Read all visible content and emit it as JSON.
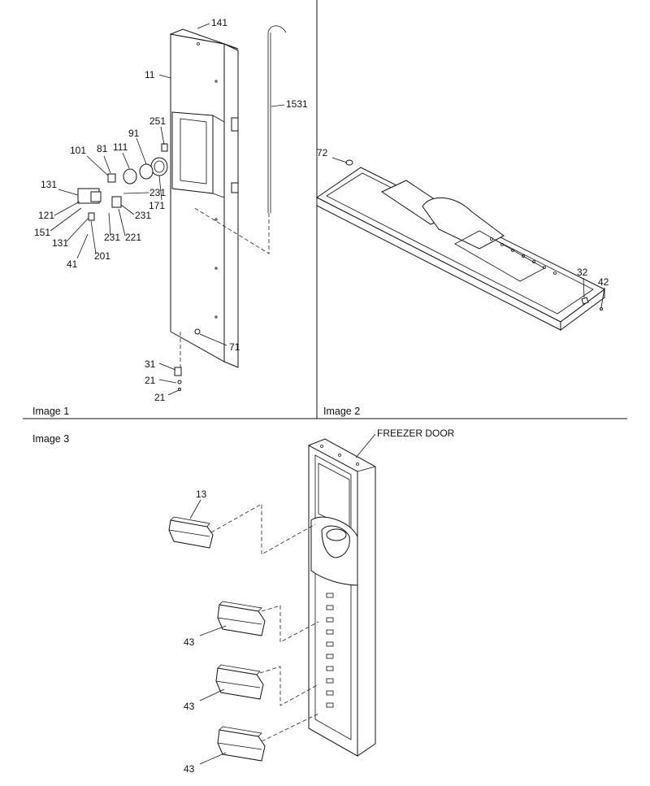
{
  "panels": {
    "image1": {
      "title": "Image 1"
    },
    "image2": {
      "title": "Image 2"
    },
    "image3": {
      "title": "Image 3"
    }
  },
  "callouts": {
    "c141": "141",
    "c11": "11",
    "c1531": "1531",
    "c251": "251",
    "c91": "91",
    "c101": "101",
    "c81": "81",
    "c111": "111",
    "c131a": "131",
    "c231a": "231",
    "c121": "121",
    "c171": "171",
    "c231b": "231",
    "c151": "151",
    "c131b": "131",
    "c231c": "231",
    "c221": "221",
    "c201": "201",
    "c41": "41",
    "c71": "71",
    "c31": "31",
    "c21a": "21",
    "c21b": "21",
    "c72": "72",
    "c32": "32",
    "c42": "42",
    "freezer_door": "FREEZER DOOR",
    "c13": "13",
    "c43a": "43",
    "c43b": "43",
    "c43c": "43"
  }
}
